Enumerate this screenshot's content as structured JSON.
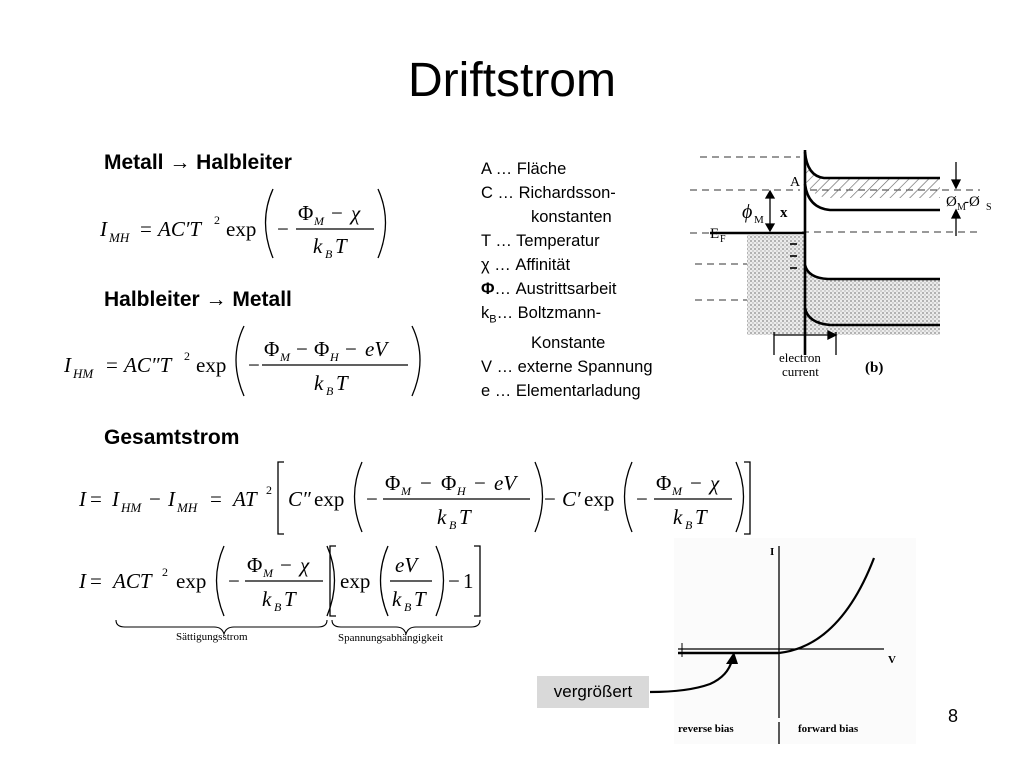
{
  "title": "Driftstrom",
  "sections": {
    "metal_to_semi": "Metall → Halbleiter",
    "semi_to_metal": "Halbleiter → Metall",
    "total": "Gesamtstrom"
  },
  "legend": [
    "A … Fläche",
    "C … Richardsson-",
    "konstanten",
    "T … Temperatur",
    "χ … Affinität",
    "… Austrittsarbeit",
    "… Boltzmann-",
    "Konstante",
    "V … externe Spannung",
    "e … Elementarladung"
  ],
  "legend_symbols": {
    "phi": "Φ",
    "kb": "k",
    "kb_sub": "B"
  },
  "underbraces": {
    "saturation": "Sättigungsstrom",
    "voltage": "Spannungsabhängigkeit"
  },
  "band_diagram": {
    "label_a": "A",
    "label_phi": "ϕ",
    "label_phi_sub": "M",
    "label_chi": "x",
    "label_ef": "E",
    "label_ef_sub": "F",
    "label_phi_diff": "Ø",
    "label_phi_diff_m": "M",
    "label_phi_diff_rest": "-Ø",
    "label_phi_diff_s": "S",
    "caption_1": "electron",
    "caption_2": "current",
    "panel": "(b)"
  },
  "iv_plot": {
    "ylabel": "I",
    "xlabel": "V",
    "reverse": "reverse bias",
    "forward": "forward bias"
  },
  "callout": "vergrößert",
  "page_number": "8"
}
